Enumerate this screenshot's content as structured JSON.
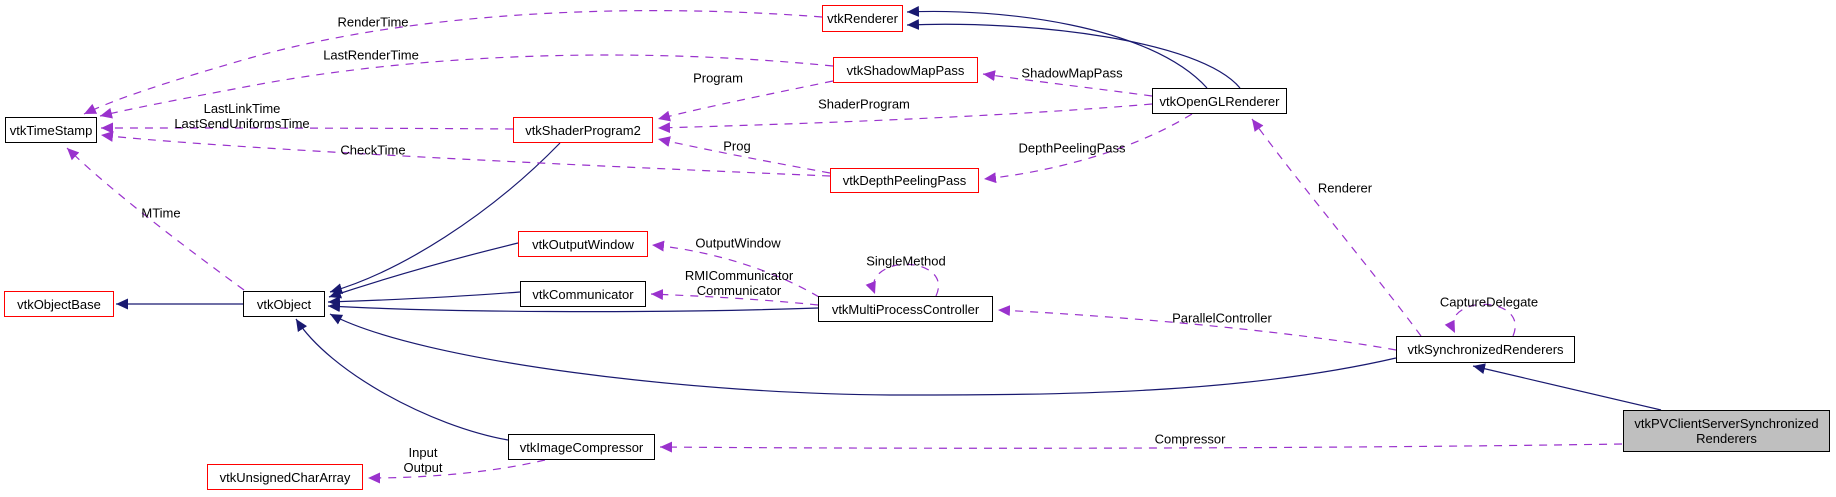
{
  "diagram": {
    "type": "collaboration-graph",
    "nodes": {
      "timestamp": {
        "label": "vtkTimeStamp"
      },
      "objectbase": {
        "label": "vtkObjectBase"
      },
      "object": {
        "label": "vtkObject"
      },
      "renderer": {
        "label": "vtkRenderer"
      },
      "shadowmappass": {
        "label": "vtkShadowMapPass"
      },
      "shaderprogram2": {
        "label": "vtkShaderProgram2"
      },
      "depthpeelingpass": {
        "label": "vtkDepthPeelingPass"
      },
      "outputwindow": {
        "label": "vtkOutputWindow"
      },
      "communicator": {
        "label": "vtkCommunicator"
      },
      "multiprocesscontroller": {
        "label": "vtkMultiProcessController"
      },
      "openglrenderer": {
        "label": "vtkOpenGLRenderer"
      },
      "synchronizedrenderers": {
        "label": "vtkSynchronizedRenderers"
      },
      "pvclientserver": {
        "label": "vtkPVClientServerSynchronized\nRenderers"
      },
      "imagecompressor": {
        "label": "vtkImageCompressor"
      },
      "unsignedchararray": {
        "label": "vtkUnsignedCharArray"
      }
    },
    "edge_labels": {
      "render_time": "RenderTime",
      "last_render_time": "LastRenderTime",
      "last_link_time": "LastLinkTime\nLastSendUniformsTime",
      "check_time": "CheckTime",
      "mtime": "MTime",
      "program": "Program",
      "shadow_map_pass": "ShadowMapPass",
      "shader_program": "ShaderProgram",
      "prog": "Prog",
      "depth_peeling_pass": "DepthPeelingPass",
      "renderer": "Renderer",
      "output_window": "OutputWindow",
      "single_method": "SingleMethod",
      "rmi_communicator": "RMICommunicator\nCommunicator",
      "parallel_controller": "ParallelController",
      "capture_delegate": "CaptureDelegate",
      "compressor": "Compressor",
      "input_output": "Input\nOutput"
    },
    "colors": {
      "inheritance_edge": "#191970",
      "usage_edge": "#9a32cd",
      "truncated_node_border": "#ff0000",
      "node_border": "#000000",
      "current_node_fill": "#bfbfbf",
      "background": "#ffffff"
    }
  }
}
